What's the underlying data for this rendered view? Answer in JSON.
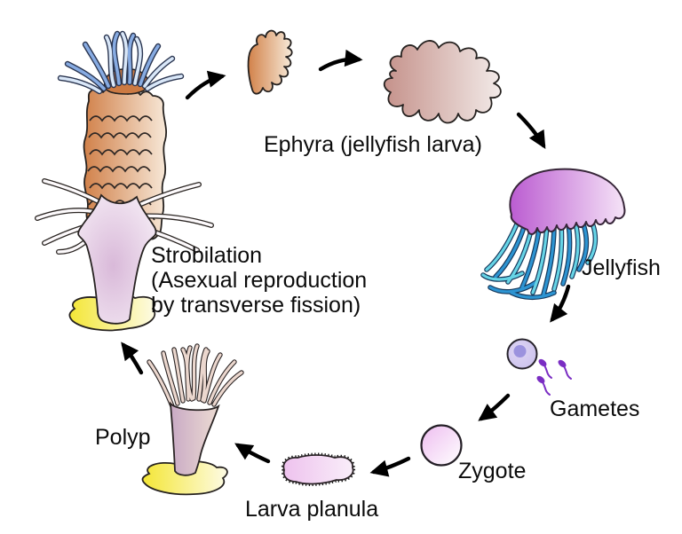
{
  "labels": {
    "ephyra": "Ephyra (jellyfish larva)",
    "jellyfish": "Jellyfish",
    "gametes": "Gametes",
    "zygote": "Zygote",
    "larva_planula": "Larva planula",
    "polyp": "Polyp",
    "strobilation_line1": "Strobilation",
    "strobilation_line2": "(Asexual reproduction",
    "strobilation_line3": "by transverse fission)"
  },
  "colors": {
    "background": "#ffffff",
    "text": "#0b0b0b",
    "arrow": "#000000",
    "outline": "#262220",
    "strobila_segment_dark": "#d1814a",
    "strobila_segment_light": "#f7e8d8",
    "crown_tentacle_blue_dark": "#87abe2",
    "crown_tentacle_blue_light": "#d9e7f8",
    "base_body_pink": "#d9b9d9",
    "holdfast_yellow": "#f4e636",
    "ephyra_small_orange": "#d2824a",
    "ephyra_large_rose": "#c5928b",
    "jellyfish_bell_purple": "#bb5cd1",
    "jellyfish_bell_pale": "#f5e3f7",
    "jellyfish_tentacle_blue": "#2d94d2",
    "jellyfish_tentacle_cyan": "#66d4e6",
    "egg_lavender": "#d5cbf1",
    "egg_nucleus": "#9b92de",
    "sperm_purple": "#7a2dc3",
    "zygote_pink": "#eebdf0",
    "planula_pink": "#eec2ee",
    "polyp_body_mauve": "#c9aac5",
    "polyp_tentacle_beige": "#ebd7ce"
  }
}
